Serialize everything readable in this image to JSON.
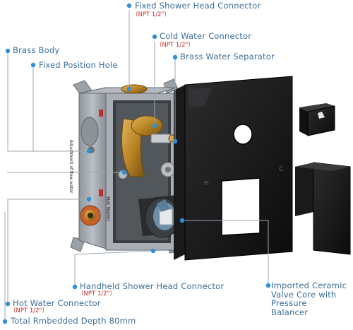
{
  "callouts": {
    "fixed_shower_head": {
      "label": "Fixed Shower Head Connector",
      "spec": "（NPT 1/2\"）"
    },
    "cold_water": {
      "label": "Cold Water Connector",
      "spec": "（NPT 1/2\"）"
    },
    "brass_separator": {
      "label": "Brass Water Separator"
    },
    "brass_body": {
      "label": "Brass Body"
    },
    "fixed_hole": {
      "label": "Fixed Position Hole"
    },
    "handheld": {
      "label": "Handheld Shower Head Connector",
      "spec": "（NPT 1/2\"）"
    },
    "ceramic": {
      "label_lines": [
        "Imported Ceramic",
        "Valve Core with",
        "Pressure",
        "Balancer"
      ]
    },
    "hot_water": {
      "label": "Hot Water Connector",
      "spec": "（NPT 1/2\"）"
    },
    "depth": {
      "label": "Total Rmbedded Depth 80mm"
    }
  },
  "product_text": {
    "side_label": "Adjustment of flow water",
    "hot_label": "Hot Water"
  },
  "colors": {
    "callout_text": "#3a6f9a",
    "spec_text": "#cc2a2a",
    "leader": "#9aa8b4",
    "dot": "#2f8fd8"
  }
}
